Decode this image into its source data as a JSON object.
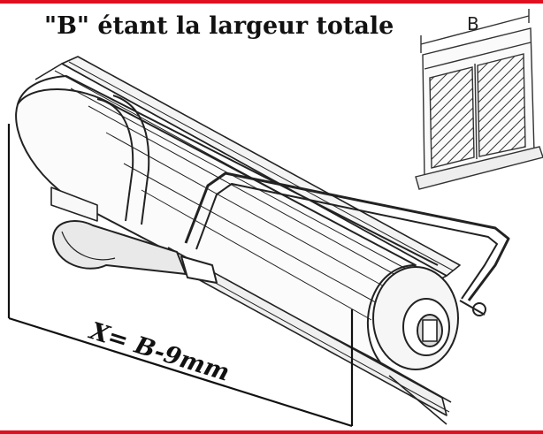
{
  "caption": "\"B\" étant la largeur totale",
  "window": {
    "width_label": "B"
  },
  "dimension": {
    "label": "X= B-9mm"
  },
  "colors": {
    "accent_border": "#e01020",
    "ink": "#222222"
  }
}
